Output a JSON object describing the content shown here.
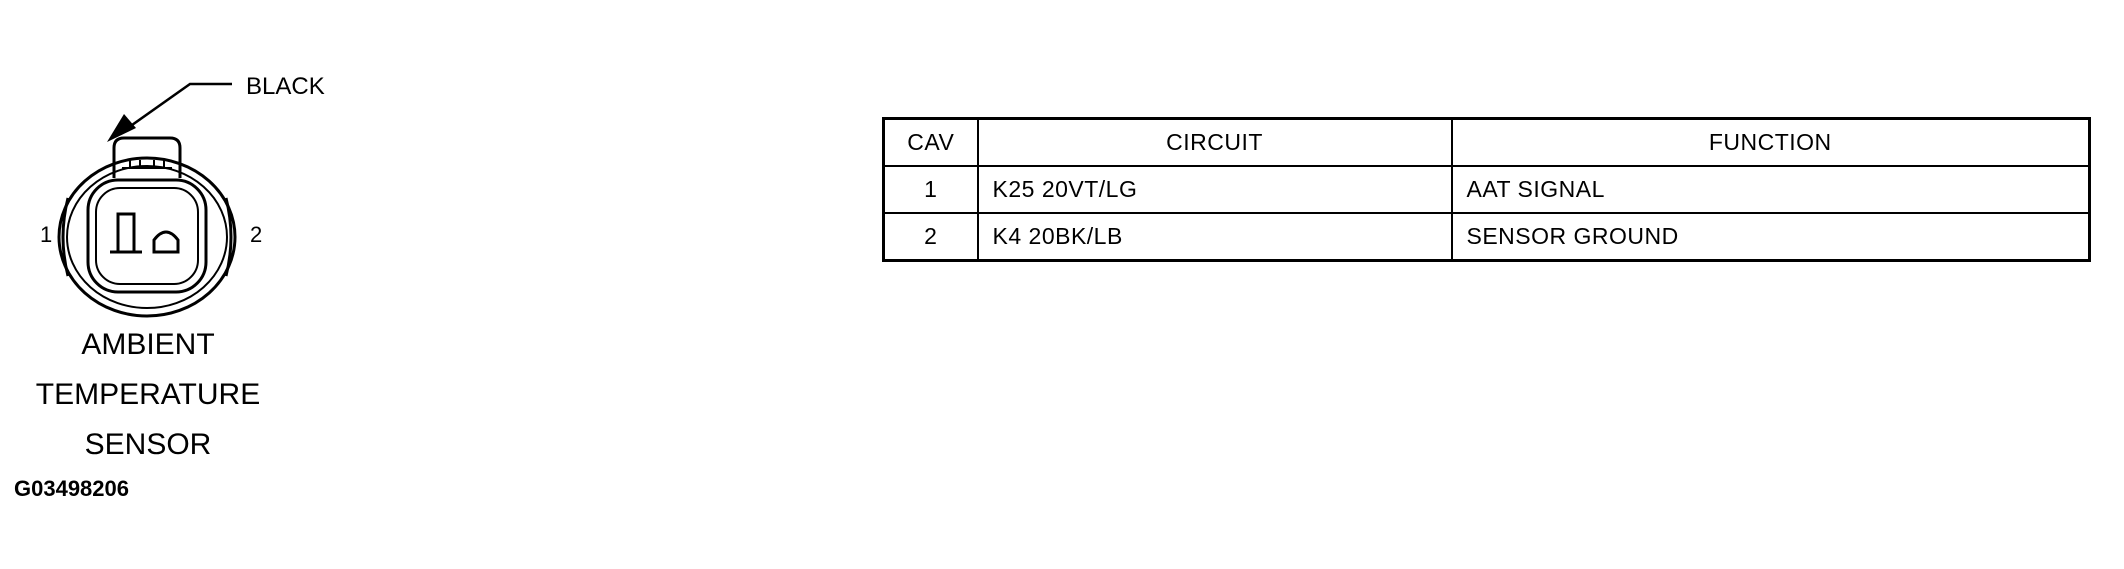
{
  "connector": {
    "color_callout": "BLACK",
    "pin_left": "1",
    "pin_right": "2",
    "name_lines": [
      "AMBIENT",
      "TEMPERATURE",
      "SENSOR"
    ],
    "figure_id": "G03498206"
  },
  "table": {
    "headers": {
      "cav": "CAV",
      "circuit": "CIRCUIT",
      "function": "FUNCTION"
    },
    "rows": [
      {
        "cav": "1",
        "circuit": "K25 20VT/LG",
        "function": "AAT SIGNAL"
      },
      {
        "cav": "2",
        "circuit": "K4 20BK/LB",
        "function": "SENSOR GROUND"
      }
    ]
  }
}
